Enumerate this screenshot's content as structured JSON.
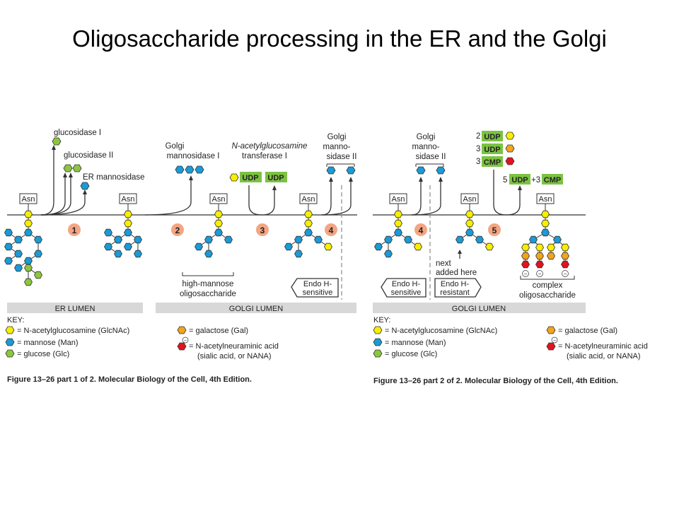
{
  "slide": {
    "title": "Oligosaccharide processing in the ER and the Golgi"
  },
  "colors": {
    "glcnac": "#f7ee00",
    "mannose": "#1a9ad6",
    "glucose": "#8cc63f",
    "galactose": "#f2a51a",
    "nana": "#e3121f",
    "step_badge": "#f4a582",
    "nucleotide": "#7cc242",
    "lumen_bar": "#d8d8d8",
    "line": "#333333"
  },
  "labels": {
    "asn": "Asn",
    "glucosidase1": "glucosidase I",
    "glucosidase2": "glucosidase II",
    "er_mannosidase": "ER mannosidase",
    "golgi_mannosidase1_a": "Golgi",
    "golgi_mannosidase1_b": "mannosidase I",
    "nacetyl_transferase_a": "N-acetylglucosamine",
    "nacetyl_transferase_b": "transferase I",
    "udp": "UDP",
    "cmp": "CMP",
    "golgi_mannosidase2_a": "Golgi",
    "golgi_mannosidase2_b": "manno-",
    "golgi_mannosidase2_c": "sidase II",
    "step1": "1",
    "step2": "2",
    "step3": "3",
    "step4": "4",
    "step5": "5",
    "high_mannose_a": "high-mannose",
    "high_mannose_b": "oligosaccharide",
    "endo_sensitive_a": "Endo H-",
    "endo_sensitive_b": "sensitive",
    "endo_resistant_a": "Endo H-",
    "endo_resistant_b": "resistant",
    "next_added_a": "next",
    "next_added_b": "added here",
    "complex_a": "complex",
    "complex_b": "oligosaccharide",
    "er_lumen": "ER LUMEN",
    "golgi_lumen": "GOLGI LUMEN",
    "key": "KEY:",
    "key_glcnac": "= N-acetylglucosamine (GlcNAc)",
    "key_man": "= mannose (Man)",
    "key_glc": "= glucose (Glc)",
    "key_gal": "= galactose (Gal)",
    "key_nana_a": "= N-acetylneuraminic acid",
    "key_nana_b": "(sialic acid, or NANA)",
    "n2": "2",
    "n3": "3",
    "n3b": "3",
    "n5": "5",
    "plus3": "+3",
    "minus": "−",
    "caption1": "Figure 13–26 part 1 of 2. Molecular Biology of the Cell, 4th Edition.",
    "caption2": "Figure 13–26 part 2 of 2. Molecular Biology of the Cell, 4th Edition."
  }
}
